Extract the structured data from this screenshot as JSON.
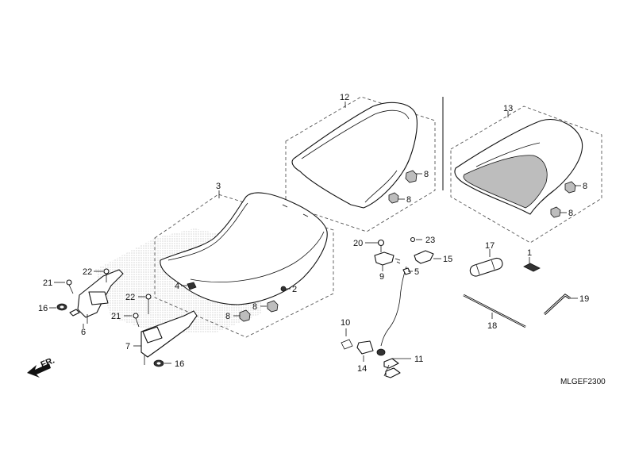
{
  "diagram": {
    "drawing_code": "MLGEF2300",
    "front_label": "FR.",
    "callouts": {
      "p1": "1",
      "p2": "2",
      "p3": "3",
      "p4": "4",
      "p5": "5",
      "p6": "6",
      "p7": "7",
      "p8a": "8",
      "p8b": "8",
      "p8c": "8",
      "p8d": "8",
      "p8e": "8",
      "p8f": "8",
      "p9": "9",
      "p10": "10",
      "p11": "11",
      "p12": "12",
      "p13": "13",
      "p14": "14",
      "p15": "15",
      "p16a": "16",
      "p16b": "16",
      "p17": "17",
      "p18": "18",
      "p19": "19",
      "p20": "20",
      "p21a": "21",
      "p21b": "21",
      "p22a": "22",
      "p22b": "22",
      "p23": "23"
    }
  }
}
